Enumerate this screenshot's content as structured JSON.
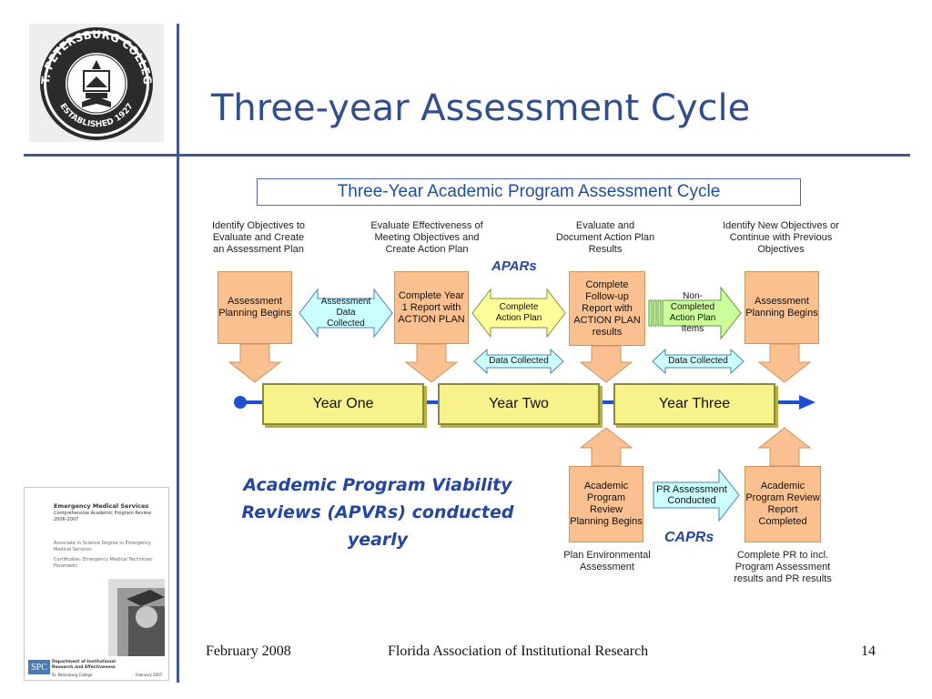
{
  "slide": {
    "title": "Three-year Assessment Cycle",
    "logo": {
      "arc_text": "ST. PETERSBURG COLLEGE",
      "bottom_text": "ESTABLISHED 1927",
      "colors": {
        "ring": "#2b2b2b",
        "background": "#eeeeee"
      }
    },
    "footer": {
      "date": "February 2008",
      "org": "Florida Association of Institutional Research",
      "page": "14"
    }
  },
  "diagram": {
    "title": "Three-Year Academic Program Assessment Cycle",
    "top_notes": [
      "Identify Objectives to Evaluate and Create an Assessment Plan",
      "Evaluate Effectiveness of Meeting Objectives and Create Action Plan",
      "Evaluate and Document Action Plan Results",
      "Identify New Objectives or Continue with Previous Objectives"
    ],
    "apars_label": "APARs",
    "capr_label": "CAPRs",
    "top_boxes": [
      "Assessment Planning Begins",
      "Complete Year 1 Report with ACTION PLAN",
      "Complete Follow-up Report with ACTION PLAN results",
      "Assessment Planning Begins"
    ],
    "connectors": {
      "assessment_data": "Assessment Data Collected",
      "complete_action": "Complete Action Plan",
      "non_completed": "Non-Completed Action Plan Items",
      "data_collected_1": "Data Collected",
      "data_collected_2": "Data Collected",
      "pr_assessment": "PR Assessment Conducted"
    },
    "years": [
      "Year One",
      "Year Two",
      "Year Three"
    ],
    "bottom_boxes": [
      "Academic Program Review Planning Begins",
      "Academic Program Review Report Completed"
    ],
    "bottom_notes": [
      "Plan Environmental Assessment",
      "Complete PR to incl. Program Assessment results and PR results"
    ],
    "apvr_text": "Academic Program Viability Reviews (APVRs) conducted yearly",
    "colors": {
      "orange_box": "#fac090",
      "year_bar": "#f8f28c",
      "cyan_arrow": "#ccffff",
      "green_arrow": "#ccff99",
      "timeline": "#1f4fd1",
      "title_blue": "#2f4f8f"
    }
  },
  "thumbnail": {
    "title": "Emergency Medical Services",
    "subtitle": "Comprehensive Academic Program Review 2006-2007",
    "lines": [
      "Associate in Science Degree in Emergency Medical Services",
      "Certificates: Emergency Medical Technician Paramedic"
    ],
    "dept": "Department of Institutional Research and Effectiveness",
    "college": "St. Petersburg College",
    "date": "February 2007",
    "badge": "SPC"
  }
}
